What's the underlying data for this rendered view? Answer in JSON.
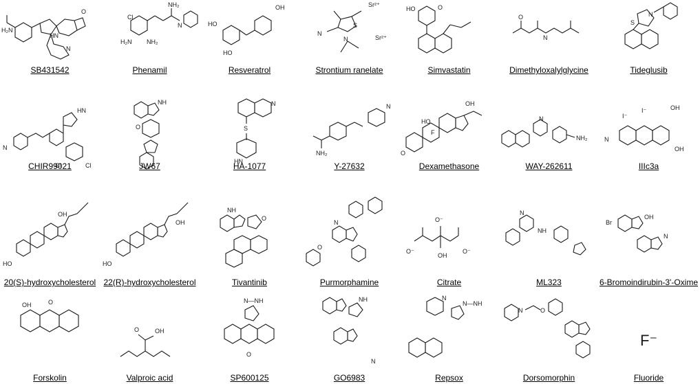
{
  "compounds": [
    "SB431542",
    "Phenamil",
    "Resveratrol",
    "Strontium ranelate",
    "Simvastatin",
    "Dimethyloxalylglycine",
    "Tideglusib",
    "CHIR99021",
    "JW67",
    "HA-1077",
    "Y-27632",
    "Dexamethasone",
    "WAY-262611",
    "IIIc3a",
    "20(S)-hydroxycholesterol",
    "22(R)-hydroxycholesterol",
    "Tivantinib",
    "Purmorphamine",
    "Citrate",
    "ML323",
    "6-Bromoindirubin-3'-Oxime",
    "Forskolin",
    "Valproic acid",
    "SP600125",
    "GO6983",
    "Repsox",
    "Dorsomorphin",
    "Fluoride"
  ],
  "atoms": {
    "sb_amide": "H₂N",
    "sb_o": "O",
    "sb_n": "N",
    "sb_nh": "HN",
    "ph_cl": "Cl",
    "ph_nh2a": "H₂N",
    "ph_nh2b": "NH₂",
    "ph_n": "N",
    "ph_nh": "NH₂",
    "res_oh1": "HO",
    "res_oh2": "HO",
    "res_oh3": "OH",
    "sr_sr1": "Sr²⁺",
    "sr_sr2": "Sr²⁺",
    "sr_s": "S",
    "sr_n": "N",
    "sr_nc": "N",
    "sim_ho": "HO",
    "sim_o": "O",
    "dmog_o": "O",
    "dmog_n": "N",
    "tid_s": "S",
    "tid_n": "N",
    "chir_n": "N",
    "chir_cl1": "Cl",
    "chir_cl2": "Cl",
    "chir_hn": "HN",
    "jw_nh": "NH",
    "jw_o": "O",
    "ha_n": "N",
    "ha_s": "S",
    "ha_hn": "HN",
    "y_nh2": "NH₂",
    "y_n": "N",
    "dex_oh": "OH",
    "dex_f": "F",
    "dex_ho": "HO",
    "dex_o": "O",
    "way_n": "N",
    "way_nh2": "NH₂",
    "iii_i1": "I⁻",
    "iii_i2": "I⁻",
    "iii_oh1": "OH",
    "iii_oh2": "OH",
    "iii_n": "N",
    "chol1_ho": "HO",
    "chol1_oh": "OH",
    "chol2_ho": "HO",
    "chol2_oh": "OH",
    "tiv_nh": "NH",
    "tiv_o": "O",
    "pur_n": "N",
    "pur_o": "O",
    "cit_o1": "O⁻",
    "cit_o2": "O⁻",
    "cit_o3": "O⁻",
    "cit_oh": "OH",
    "ml_n": "N",
    "ml_nh": "NH",
    "bio_br": "Br",
    "bio_oh": "OH",
    "bio_n": "N",
    "for_oh1": "OH",
    "for_o": "O",
    "val_oh": "OH",
    "val_o": "O",
    "sp_nh": "N—NH",
    "sp_o": "O",
    "go_nh": "NH",
    "go_n": "N",
    "rep_n": "N",
    "rep_nh": "N—NH",
    "dor_n": "N",
    "dor_o": "O",
    "fluoride": "F⁻"
  }
}
